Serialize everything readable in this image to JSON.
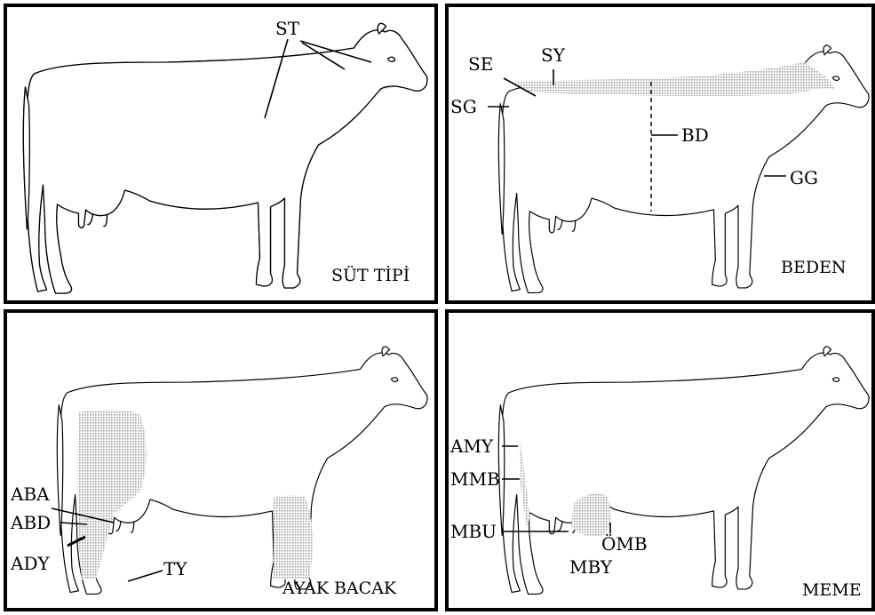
{
  "panels": [
    {
      "id": "sut-tipi",
      "title": "SÜT TİPİ",
      "labels": [
        "ST"
      ]
    },
    {
      "id": "beden",
      "title": "BEDEN",
      "labels": [
        "SE",
        "SY",
        "SG",
        "BD",
        "GG"
      ]
    },
    {
      "id": "ayak-bacak",
      "title": "AYAK BACAK",
      "labels": [
        "ABA",
        "ABD",
        "ADY",
        "TY"
      ]
    },
    {
      "id": "meme",
      "title": "MEME",
      "labels": [
        "AMY",
        "MMB",
        "MBU",
        "ÖMB",
        "MBY"
      ]
    }
  ],
  "colors": {
    "border": "#000000",
    "shade": "#bdbdbd",
    "background": "#ffffff"
  }
}
